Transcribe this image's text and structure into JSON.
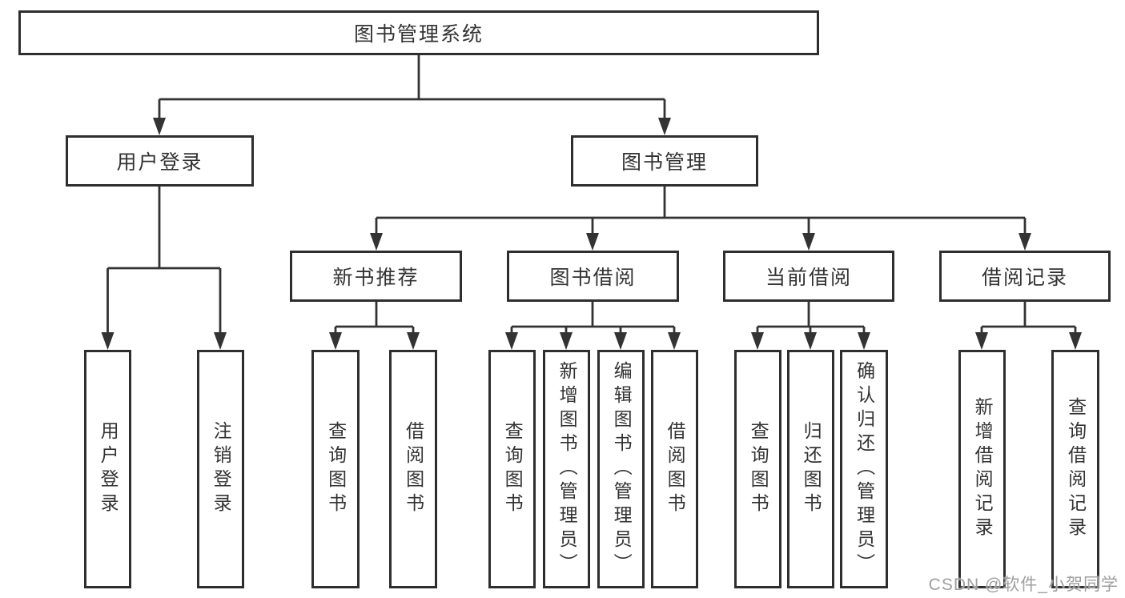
{
  "tree": {
    "root": {
      "label": "图书管理系统",
      "children": [
        {
          "label": "用户登录",
          "children": [
            {
              "label": "用户登录"
            },
            {
              "label": "注销登录"
            }
          ]
        },
        {
          "label": "图书管理",
          "children": [
            {
              "label": "新书推荐",
              "children": [
                {
                  "label": "查询图书"
                },
                {
                  "label": "借阅图书"
                }
              ]
            },
            {
              "label": "图书借阅",
              "children": [
                {
                  "label": "查询图书"
                },
                {
                  "label": "新增图书（管理员）"
                },
                {
                  "label": "编辑图书（管理员）"
                },
                {
                  "label": "借阅图书"
                }
              ]
            },
            {
              "label": "当前借阅",
              "children": [
                {
                  "label": "查询图书"
                },
                {
                  "label": "归还图书"
                },
                {
                  "label": "确认归还（管理员）"
                }
              ]
            },
            {
              "label": "借阅记录",
              "children": [
                {
                  "label": "新增借阅记录"
                },
                {
                  "label": "查询借阅记录"
                }
              ]
            }
          ]
        }
      ]
    }
  },
  "watermark": {
    "text": "CSDN @软件_小贺同学"
  },
  "colors": {
    "line": "#333333",
    "box_border": "#2e2e2e",
    "box_fill": "#ffffff",
    "text": "#333333",
    "watermark": "#9f9f9f",
    "background": "#ffffff"
  }
}
